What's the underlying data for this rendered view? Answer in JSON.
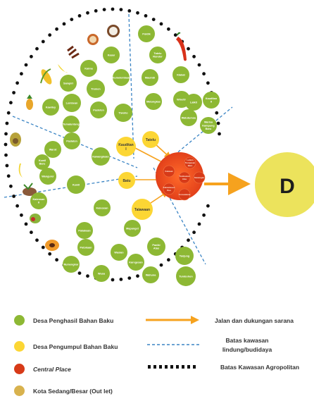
{
  "colors": {
    "producer": "#8db834",
    "collector": "#fcd634",
    "central": "#e8481c",
    "central_dot": "#d73a18",
    "city": "#ece35c",
    "arrow": "#f6a21e",
    "boundary_line": "#3a84c4",
    "agropolitan_dots": "#111111",
    "legend_city_dot": "#d8b24e"
  },
  "outlet": {
    "label": "D"
  },
  "central_place": {
    "nodes": [
      "Leilem Tumpasan Baru",
      "Kalawat",
      "Tombasian Atas",
      "Sawangan",
      "Kakaskasen Dua",
      "Tonsealama"
    ]
  },
  "collectors": [
    "Kauditan I",
    "Tatelu",
    "Batu",
    "Talawaan"
  ],
  "producers": [
    "Poldik",
    "Kasar",
    "Tatelu Rondor",
    "Kaima",
    "Kumelembuai",
    "Tremen",
    "Maumbi",
    "Klabat",
    "Sampiri",
    "Lembean",
    "Pasleten",
    "Matungkas",
    "Tiwoho",
    "Winetin",
    "Kauditan II",
    "Kawiley",
    "Tumaluntung",
    "Laikit",
    "Watutumou",
    "Warot",
    "Paslaten",
    "Kawangkoan",
    "Wangurer",
    "Kuwil",
    "Kaleosan",
    "Pakakaan",
    "Patokaan",
    "Mapanget",
    "Paniki Atas",
    "Tanjung",
    "Wasian",
    "Kaleosan II",
    "Wusa",
    "Rumengkor",
    "Karegesan",
    "Wahuna",
    "Tumbohon",
    "Warisa Kampung Baru",
    "Kuwil Baru"
  ],
  "legend": {
    "producer": "Desa Penghasil Bahan Baku",
    "collector": "Desa Pengumpul Bahan Baku",
    "central": "Central Place",
    "city": "Kota Sedang/Besar (Out let)",
    "road": "Jalan dan dukungan sarana",
    "boundary": "Batas kawasan lindung/budidaya",
    "agropolitan": "Batas Kawasan Agropolitan"
  }
}
